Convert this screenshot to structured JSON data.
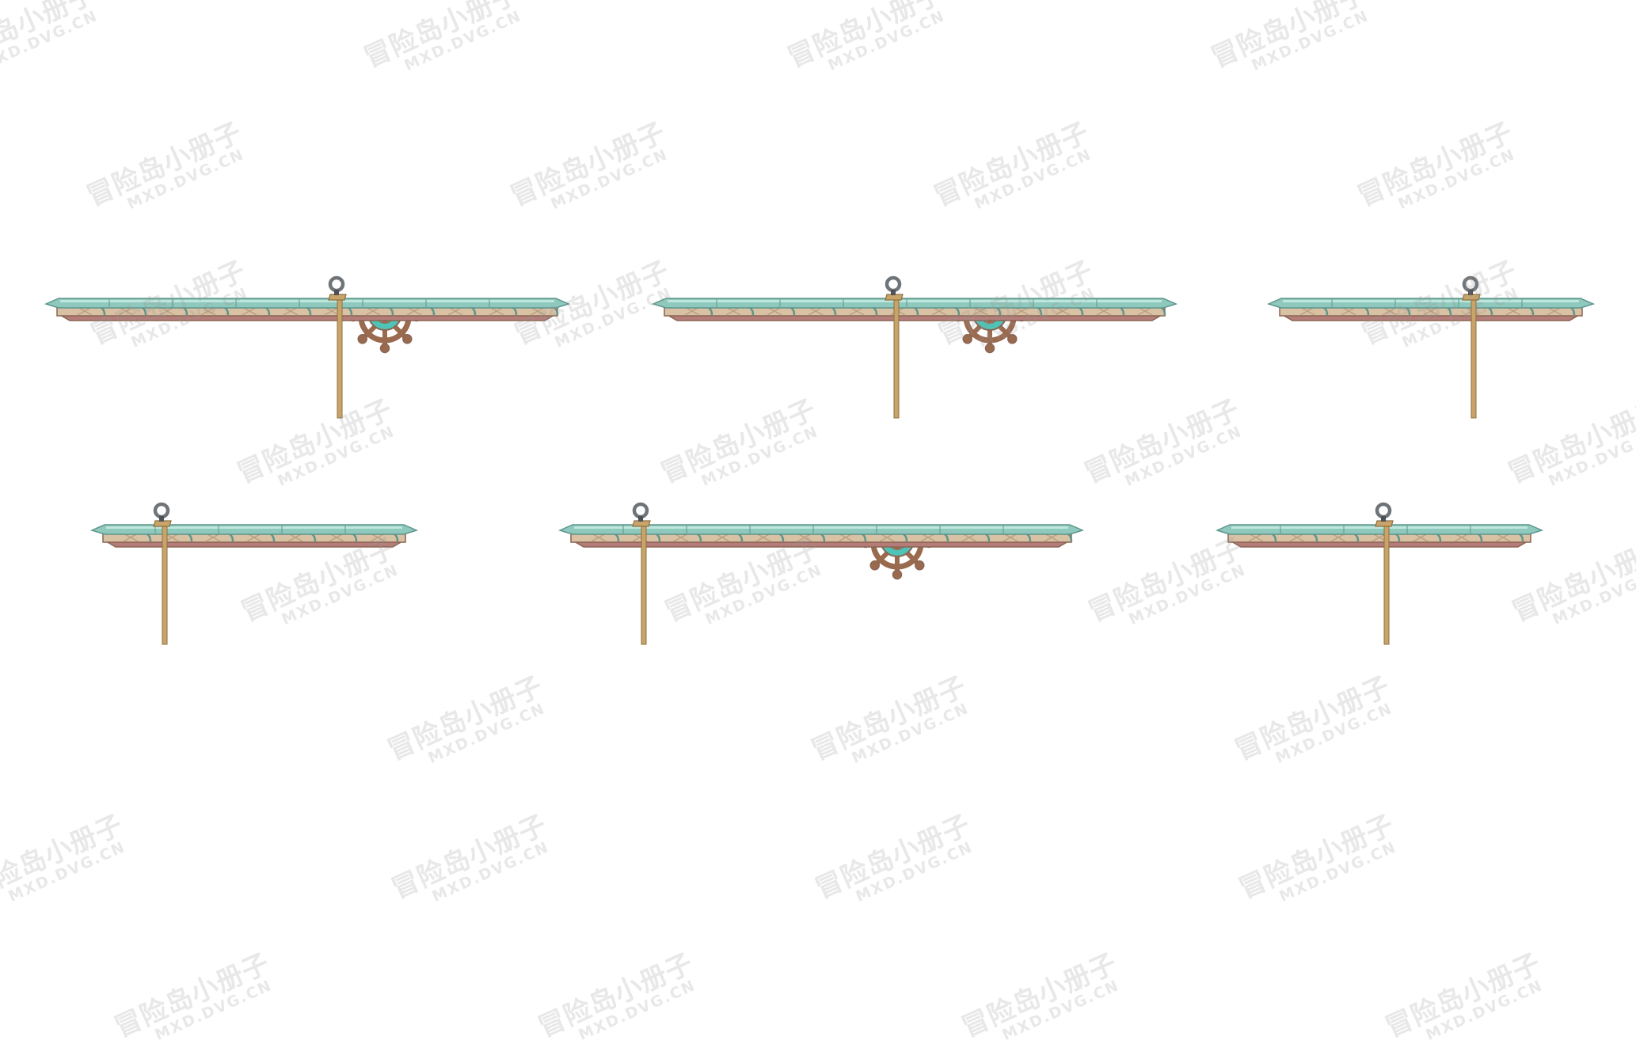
{
  "palette": {
    "trim_light": "#bfe6dd",
    "trim_mid": "#8fc8bc",
    "trim_dark": "#5d968b",
    "body_light": "#d9c1a4",
    "body_mid": "#bc9f80",
    "body_dark": "#8a6552",
    "underside": "#b57d7a",
    "rope": "#c8a46a",
    "rope_dark": "#8e6f3e",
    "ring": "#6f7478",
    "wheel_wood": "#9a6a4f",
    "wheel_glass": "#4fc3b5"
  },
  "platforms": [
    {
      "id": "platform-1",
      "has_wheel": true
    },
    {
      "id": "platform-2",
      "has_wheel": true
    },
    {
      "id": "platform-3",
      "has_wheel": false
    },
    {
      "id": "platform-4",
      "has_wheel": false
    },
    {
      "id": "platform-5",
      "has_wheel": true
    },
    {
      "id": "platform-6",
      "has_wheel": false
    }
  ],
  "watermark": {
    "text_cn": "冒险岛小册子",
    "text_en": "MXD.DVG.CN"
  }
}
